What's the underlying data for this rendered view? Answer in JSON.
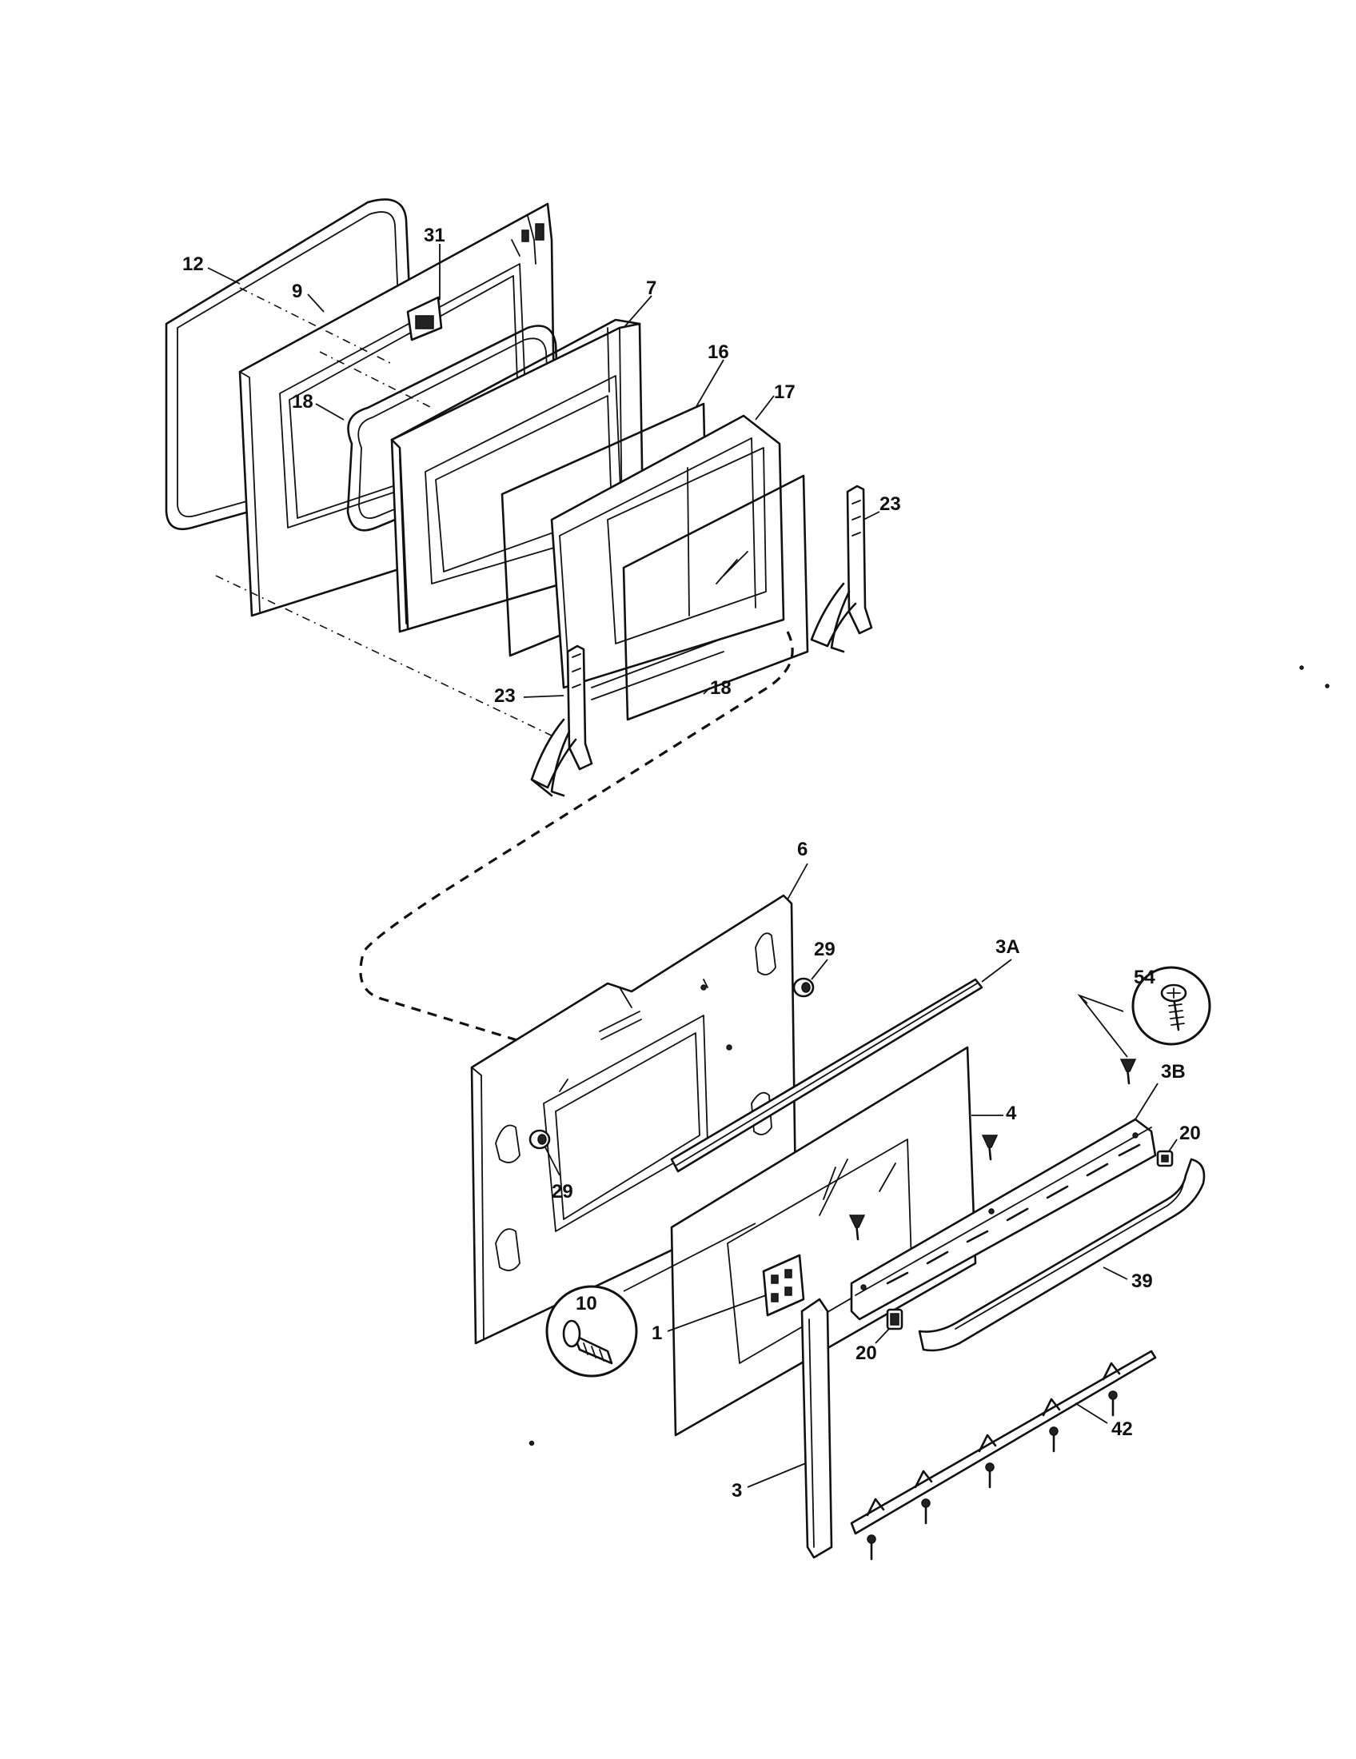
{
  "callouts": {
    "c12": "12",
    "c9": "9",
    "c31": "31",
    "c7": "7",
    "c16a": "16",
    "c17": "17",
    "c18a": "18",
    "c23a": "23",
    "c23b": "23",
    "c18b": "18",
    "c6": "6",
    "c29a": "29",
    "c3A": "3A",
    "c54": "54",
    "c3B": "3B",
    "c4": "4",
    "c20a": "20",
    "c29b": "29",
    "c39": "39",
    "c10": "10",
    "c1": "1",
    "c20b": "20",
    "c42": "42",
    "c3": "3"
  }
}
